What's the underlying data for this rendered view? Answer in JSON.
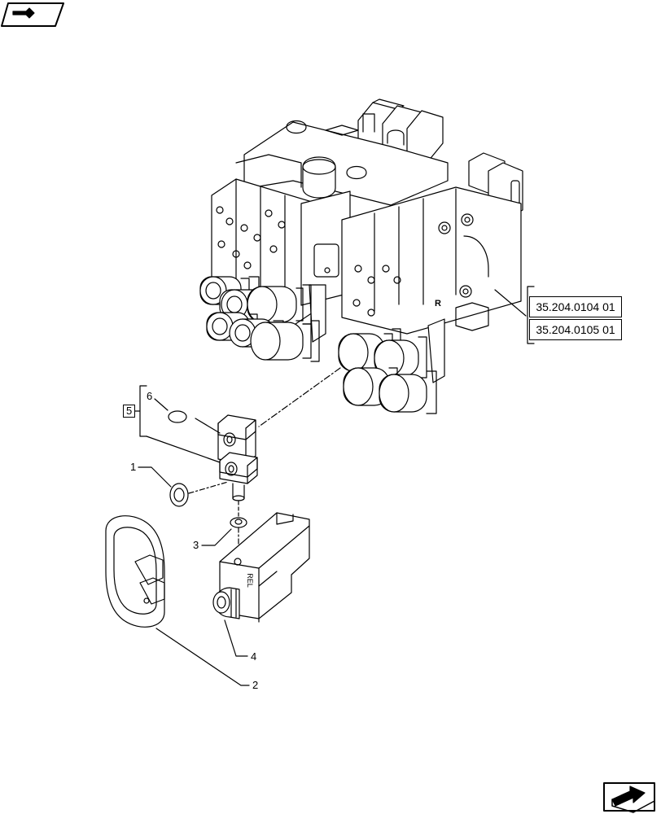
{
  "navigation": {
    "previous_icon": "previous-page-arrow-icon",
    "next_icon": "next-page-arrow-icon"
  },
  "references": [
    {
      "label": "35.204.0104 01"
    },
    {
      "label": "35.204.0105 01"
    }
  ],
  "callouts": {
    "group": "5",
    "c6": "6",
    "c1": "1",
    "c3": "3",
    "c4": "4",
    "c2": "2"
  },
  "labels": {
    "valve_mark": "R",
    "coupler_mark": "REL"
  },
  "colors": {
    "line": "#000000",
    "background": "#ffffff"
  }
}
